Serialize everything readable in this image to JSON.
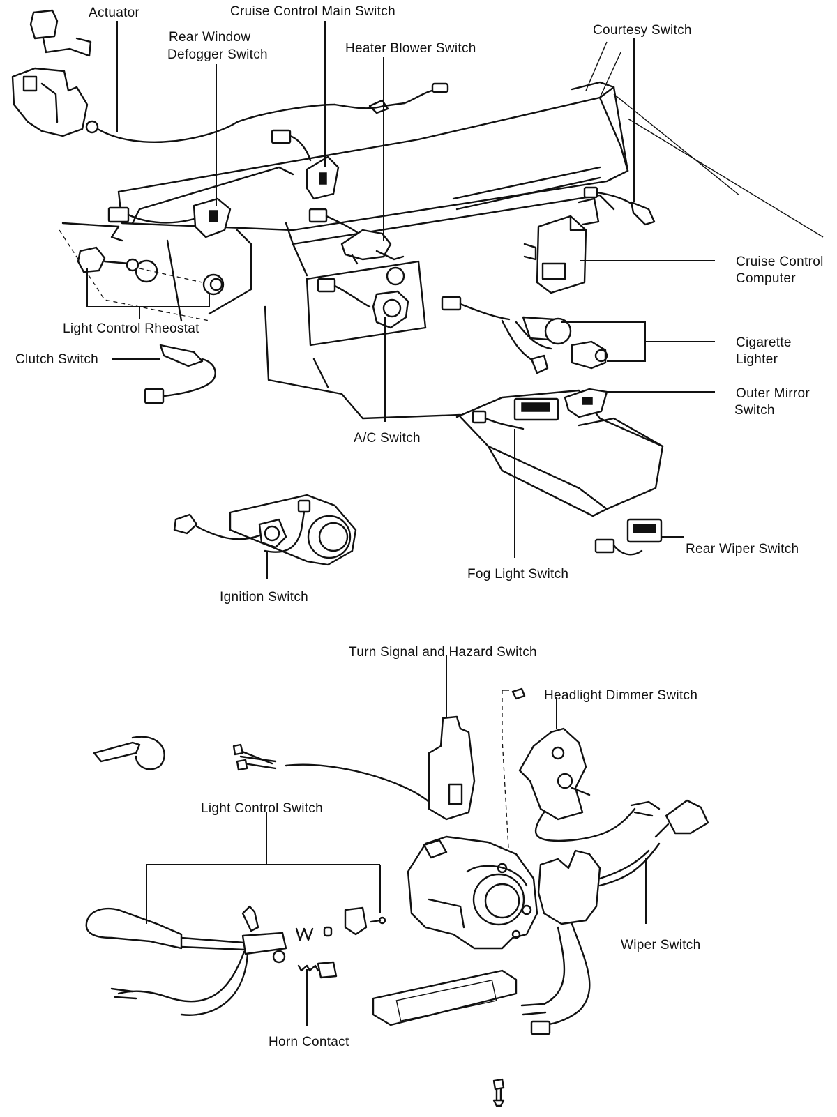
{
  "labels": {
    "actuator": "Actuator",
    "cruise_control_main_switch": "Cruise Control Main Switch",
    "rear_window_defogger_switch_1": "Rear Window",
    "rear_window_defogger_switch_2": "Defogger Switch",
    "heater_blower_switch": "Heater Blower Switch",
    "courtesy_switch": "Courtesy Switch",
    "cruise_control_computer_1": "Cruise Control",
    "cruise_control_computer_2": "Computer",
    "light_control_rheostat": "Light Control Rheostat",
    "clutch_switch": "Clutch Switch",
    "cigarette_lighter_1": "Cigarette",
    "cigarette_lighter_2": "Lighter",
    "outer_mirror_switch_1": "Outer Mirror",
    "outer_mirror_switch_2": "Switch",
    "ac_switch": "A/C Switch",
    "rear_wiper_switch": "Rear Wiper Switch",
    "fog_light_switch": "Fog Light Switch",
    "ignition_switch": "Ignition Switch",
    "turn_signal_hazard_switch": "Turn Signal and Hazard Switch",
    "headlight_dimmer_switch": "Headlight Dimmer Switch",
    "light_control_switch": "Light Control Switch",
    "wiper_switch": "Wiper Switch",
    "horn_contact": "Horn Contact"
  }
}
